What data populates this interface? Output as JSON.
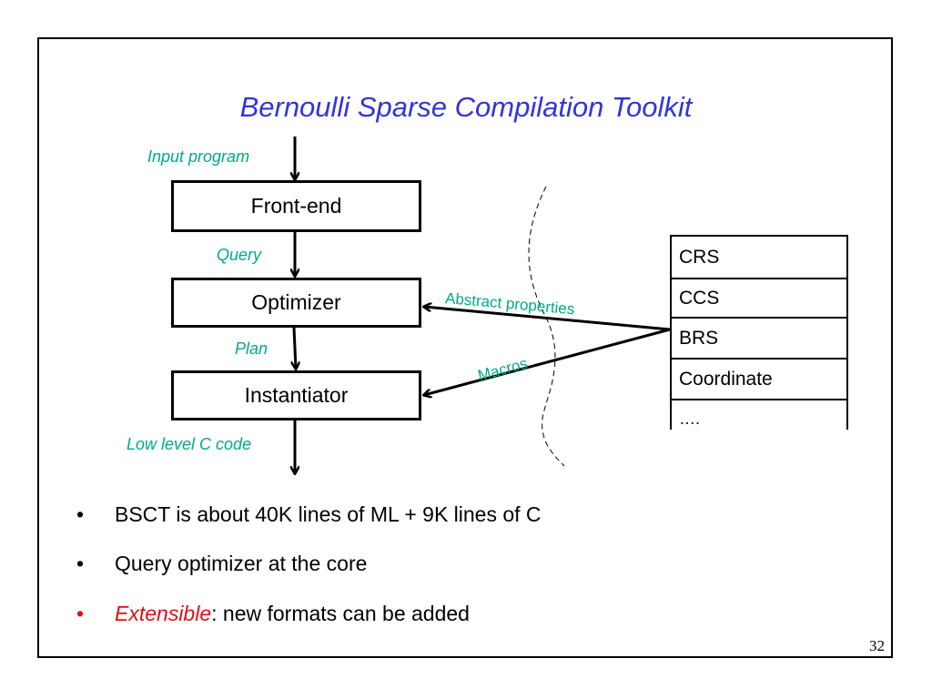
{
  "slide": {
    "title": "Bernoulli Sparse Compilation Toolkit",
    "page_number": "32"
  },
  "pipeline": {
    "input_label": "Input program",
    "stages": [
      {
        "label": "Front-end"
      },
      {
        "label": "Optimizer"
      },
      {
        "label": "Instantiator"
      }
    ],
    "query_label": "Query",
    "plan_label": "Plan",
    "output_label": "Low level C code"
  },
  "formats": {
    "items": [
      "CRS",
      "CCS",
      "BRS",
      "Coordinate",
      "…."
    ],
    "abstract_label": "Abstract properties",
    "macros_label": "Macros"
  },
  "bullets": [
    {
      "text": "BSCT is about 40K lines of ML + 9K lines of C"
    },
    {
      "text": "Query optimizer at the core"
    },
    {
      "emph": "Extensible",
      "rest": ": new formats can be added"
    }
  ],
  "bullet_char": "•",
  "colors": {
    "title": "#3333dd",
    "flow_label": "#00aa88",
    "emphasis": "#e01010"
  }
}
